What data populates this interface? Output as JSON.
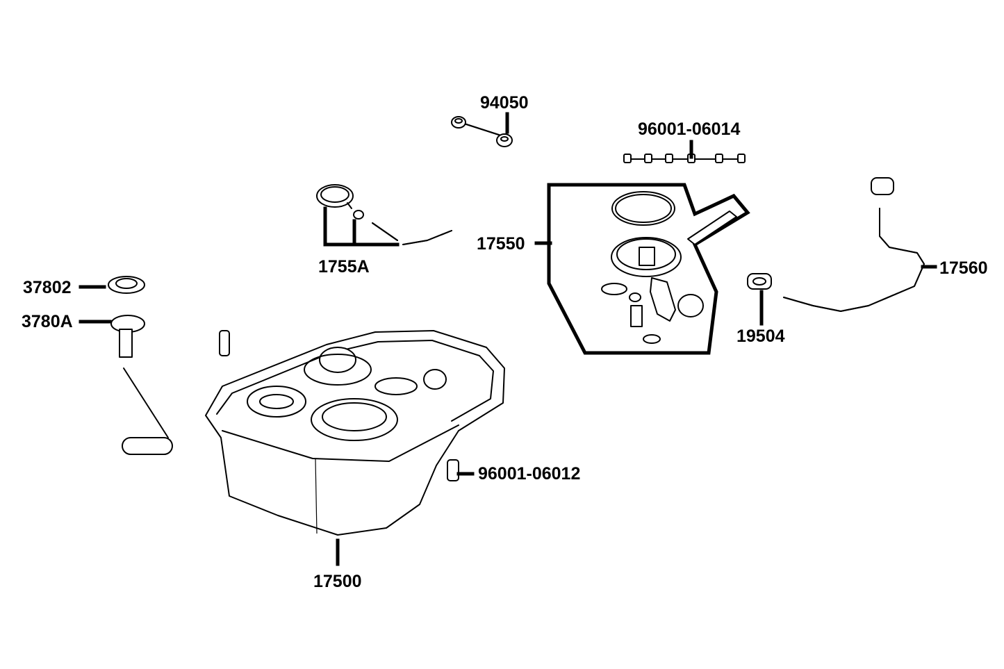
{
  "callouts": {
    "p94050": "94050",
    "p96001_06014": "96001-06014",
    "p1755A": "1755A",
    "p17550": "17550",
    "p17560": "17560",
    "p19504": "19504",
    "p37802": "37802",
    "p3780A": "3780A",
    "p96001_06012": "96001-06012",
    "p17500": "17500"
  },
  "colors": {
    "ink": "#000000",
    "paper": "#ffffff"
  }
}
